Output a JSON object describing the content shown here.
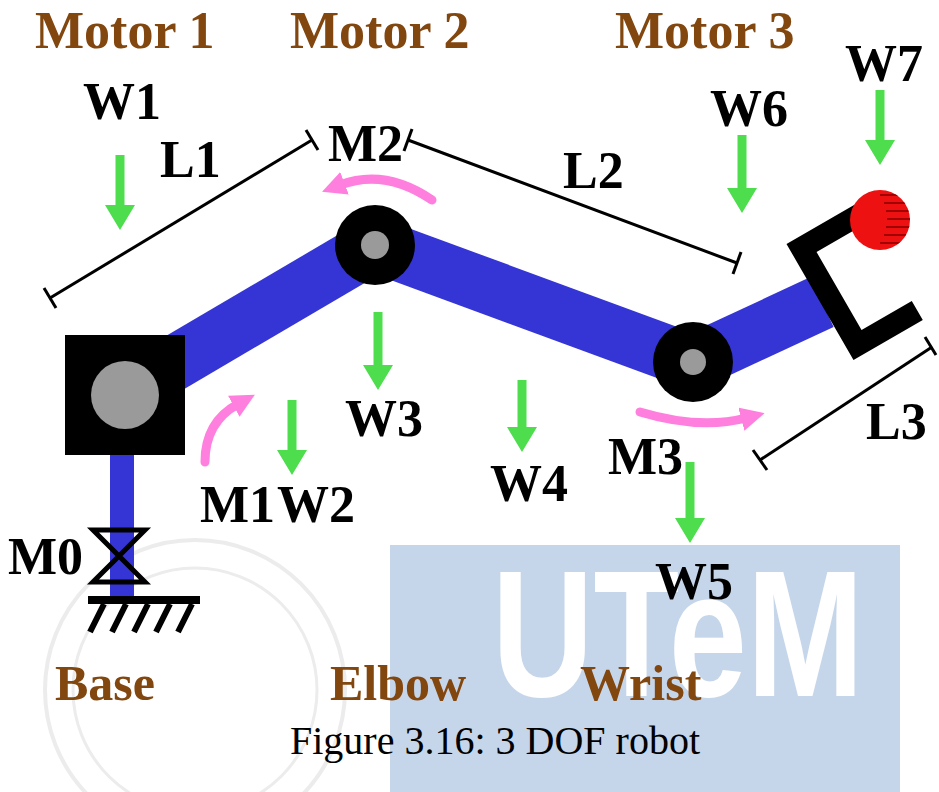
{
  "diagram": {
    "caption": "Figure 3.16: 3 DOF robot",
    "labels": [
      "Motor 1",
      "Motor 2",
      "Motor 3",
      "W1",
      "L1",
      "M2",
      "W6",
      "W7",
      "L2",
      "W3",
      "M1",
      "W2",
      "W4",
      "M3",
      "L3",
      "M0",
      "W5",
      "Base",
      "Elbow",
      "Wrist",
      "UTeM"
    ]
  }
}
